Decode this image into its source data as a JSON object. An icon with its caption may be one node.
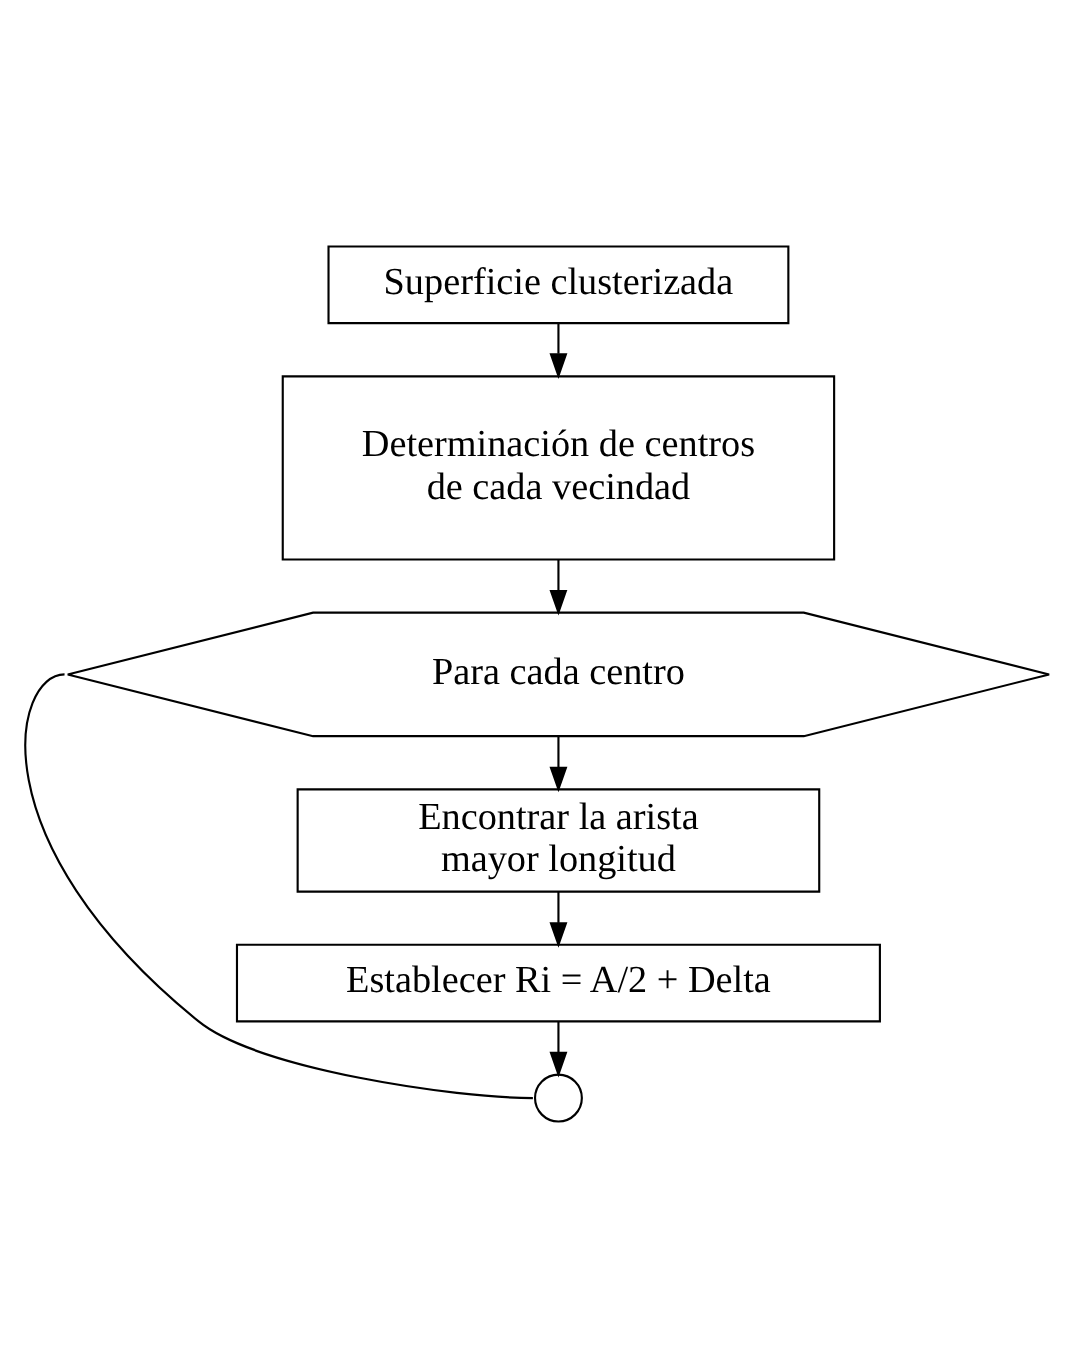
{
  "diagram": {
    "nodes": [
      {
        "text": [
          "Superficie clusterizada"
        ]
      },
      {
        "text": [
          "Determinación de centros de cada vecindad"
        ]
      },
      {
        "text": [
          "Para cada centro"
        ]
      },
      {
        "text": [
          "Encontrar la arista mayor longitud"
        ]
      },
      {
        "text": [
          "Establecer Ri = A/2 + Delta"
        ]
      },
      {
        "text": [],
        "shape": "circle"
      }
    ],
    "edges": [
      {
        "from": 0,
        "to": 1,
        "arrow": "to"
      },
      {
        "from": 1,
        "to": 2,
        "arrow": "to"
      },
      {
        "from": 2,
        "to": 3,
        "arrow": "to"
      },
      {
        "from": 3,
        "to": 4,
        "arrow": "to"
      },
      {
        "from": 4,
        "to": 5,
        "arrow": "to"
      },
      {
        "from": 5,
        "to": 2,
        "arrow": "none"
      }
    ]
  }
}
